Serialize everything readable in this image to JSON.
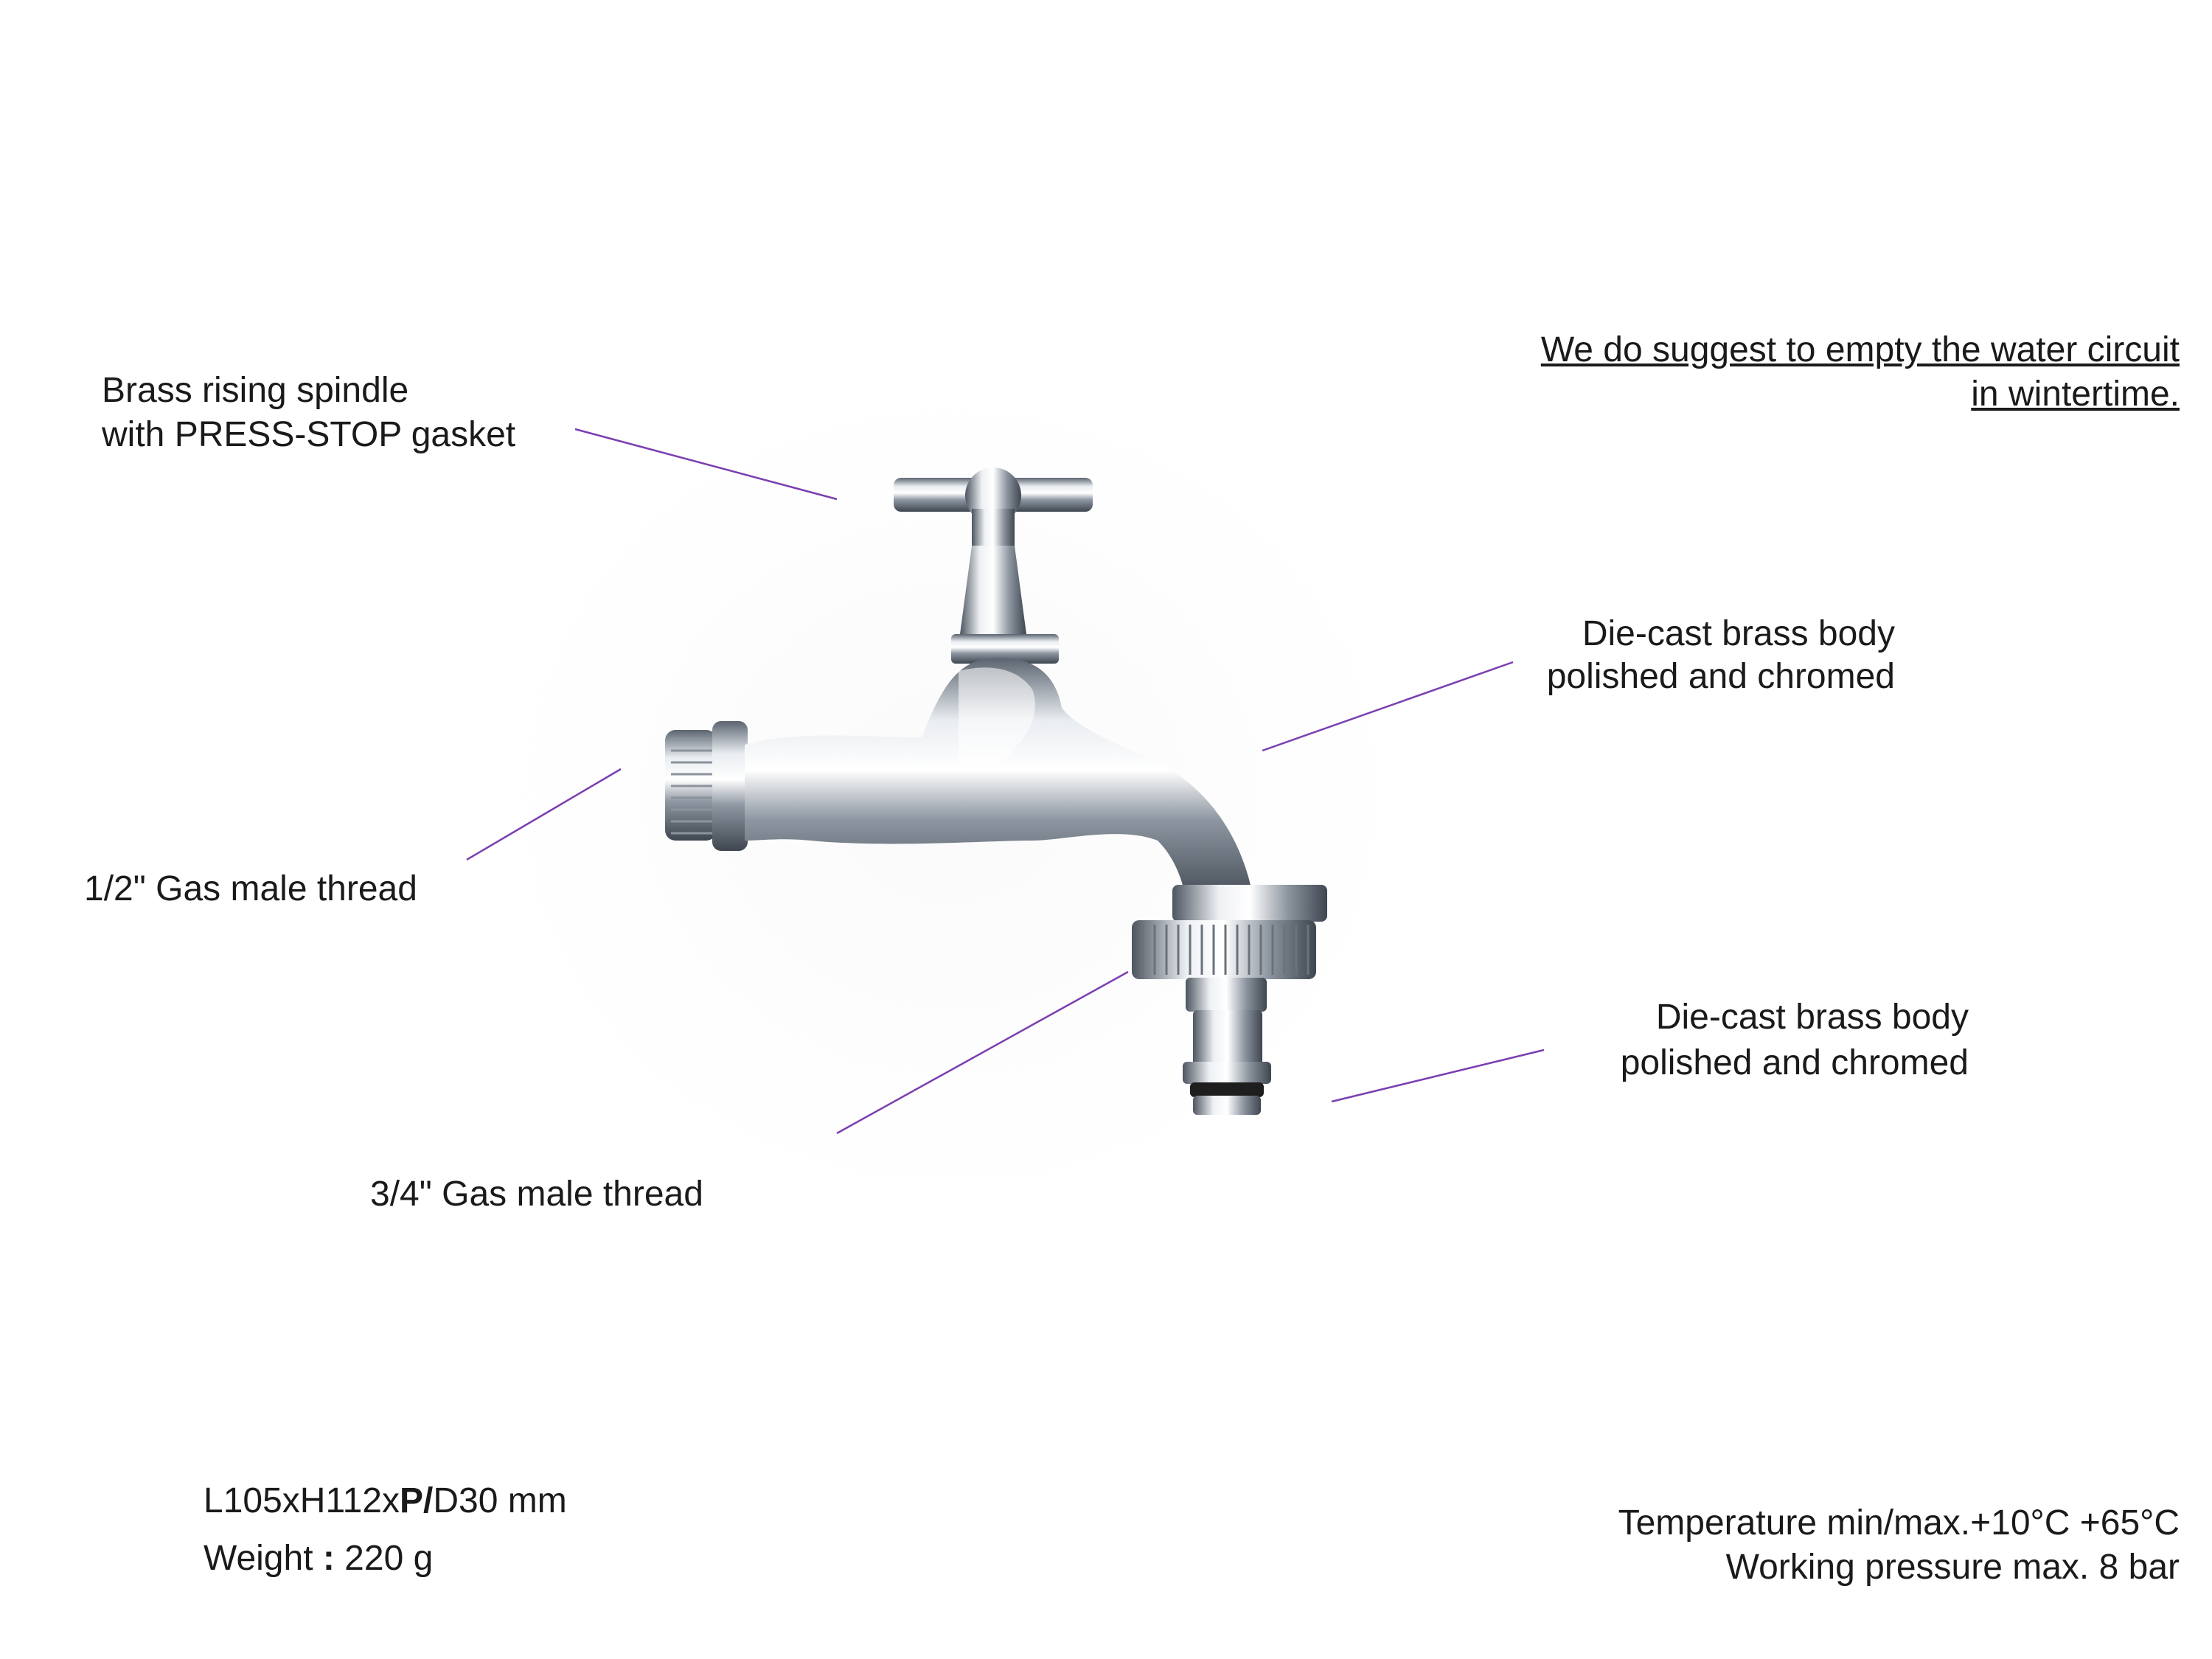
{
  "notice": {
    "line1": "We do suggest to empty the water circuit",
    "line2": "in wintertime."
  },
  "callouts": {
    "spindle": {
      "line1": "Brass rising spindle",
      "line2": "with PRESS-STOP gasket"
    },
    "body_top": {
      "line1": "Die-cast brass body",
      "line2": "polished and chromed"
    },
    "inlet_thread": "1/2\" Gas male thread",
    "body_bottom": {
      "line1": "Die-cast brass body",
      "line2": "polished and chromed"
    },
    "outlet_thread": "3/4\" Gas male thread"
  },
  "specs": {
    "dims_prefix": "L105xH112x",
    "dims_bold": "P/",
    "dims_suffix": "D30 mm",
    "weight_label": "Weight ",
    "weight_sep": ":",
    "weight_value": " 220 g",
    "temperature": "Temperature min/max.+10°C +65°C",
    "pressure": "Working pressure max. 8 bar"
  },
  "colors": {
    "leader_line": "#7a3fb0",
    "chrome_dark": "#5b6470",
    "chrome_light": "#f4f6f8"
  },
  "product_image": "chrome garden tap with cross handle and quick hose connector"
}
